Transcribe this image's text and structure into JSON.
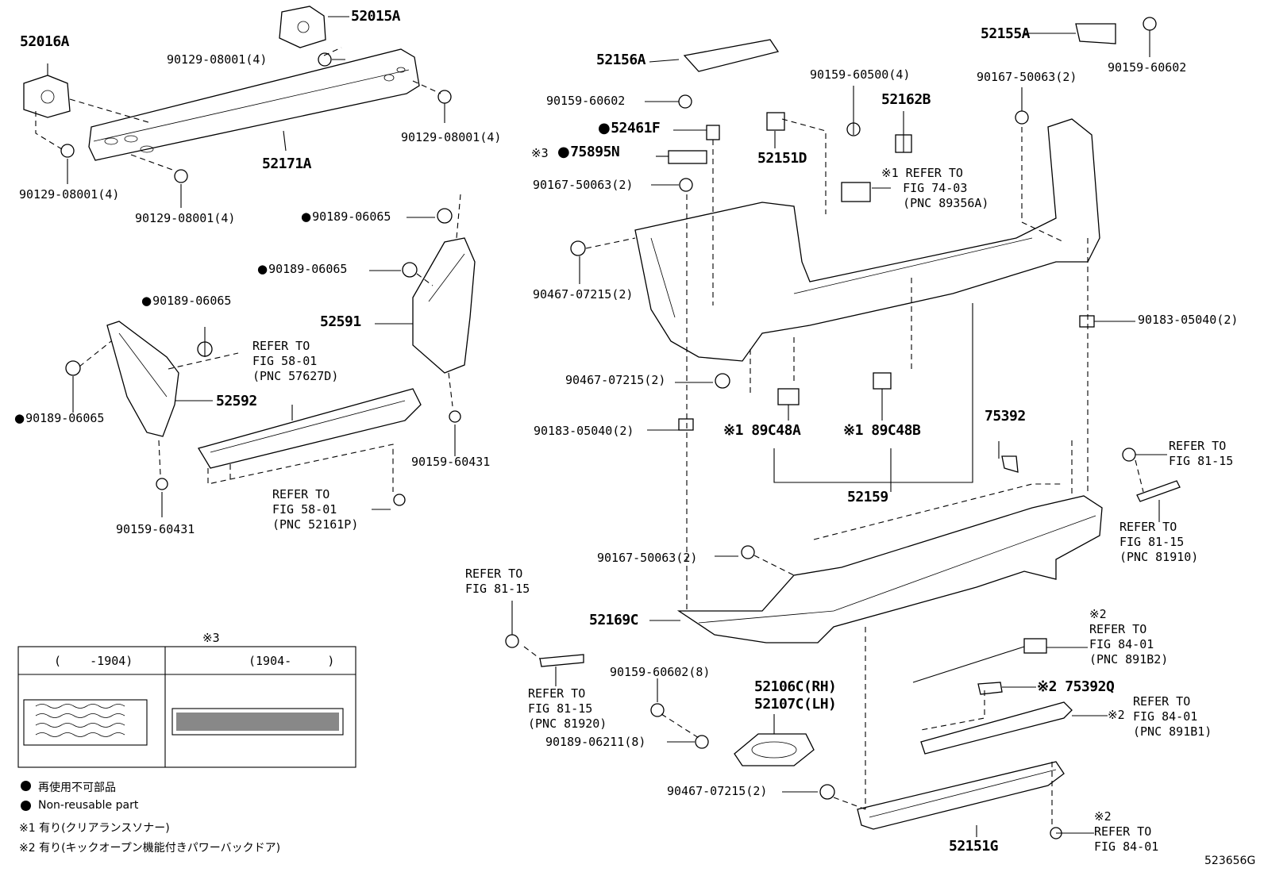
{
  "figure_id": "523656G",
  "labels": {
    "p52016A": "52016A",
    "p52015A": "52015A",
    "b1": "90129-08001(4)",
    "b2": "90129-08001(4)",
    "b3": "90129-08001(4)",
    "b4": "90129-08001(4)",
    "p52171A": "52171A",
    "c1": "90189-06065",
    "c2": "90189-06065",
    "c3": "90189-06065",
    "c4": "90189-06065",
    "p52591": "52591",
    "p52592": "52592",
    "s1": "90159-60431",
    "s2": "90159-60431",
    "ref1": "REFER TO\nFIG 58-01\n(PNC 57627D)",
    "ref2": "REFER TO\nFIG 58-01\n(PNC 52161P)",
    "p52156A": "52156A",
    "n1": "90159-60602",
    "p52461F": "52461F",
    "p75895N_note": "※3",
    "p75895N": "75895N",
    "sc1": "90167-50063(2)",
    "w1": "90467-07215(2)",
    "p52155A": "52155A",
    "n2": "90159-60602",
    "n3": "90159-60500(4)",
    "p52162B": "52162B",
    "p52151D": "52151D",
    "sc2": "90167-50063(2)",
    "ref3": "※1 REFER TO\n   FIG 74-03\n   (PNC 89356A)",
    "cl1": "90183-05040(2)",
    "w2": "90467-07215(2)",
    "cl2": "90183-05040(2)",
    "p89C48A": "※1 89C48A",
    "p89C48B": "※1 89C48B",
    "p75392": "75392",
    "p52159": "52159",
    "ref4": "REFER TO\nFIG 81-15",
    "ref5": "REFER TO\nFIG 81-15\n(PNC 81910)",
    "sc3": "90167-50063(2)",
    "p52169C": "52169C",
    "ref6": "REFER TO\nFIG 81-15",
    "ref7": "REFER TO\nFIG 81-15\n(PNC 81920)",
    "n4": "90159-60602(8)",
    "c5": "90189-06211(8)",
    "p52106C": "52106C(RH)",
    "p52107C": "52107C(LH)",
    "w3": "90467-07215(2)",
    "ref8": "※2\nREFER TO\nFIG 84-01\n(PNC 891B2)",
    "p75392Q": "※2 75392Q",
    "ref9": "REFER TO\nFIG 84-01\n(PNC 891B1)",
    "ref9_note": "※2",
    "p52151G": "52151G",
    "ref10": "※2\nREFER TO\nFIG 84-01"
  },
  "variant_table": {
    "note": "※3",
    "col1": "(    -1904)",
    "col2": "(1904-     )"
  },
  "legend": {
    "nonreusable_jp": "再使用不可部品",
    "nonreusable_en": "Non-reusable part",
    "note1": "※1 有り(クリアランスソナー)",
    "note2": "※2 有り(キックオープン機能付きパワーバックドア)"
  }
}
